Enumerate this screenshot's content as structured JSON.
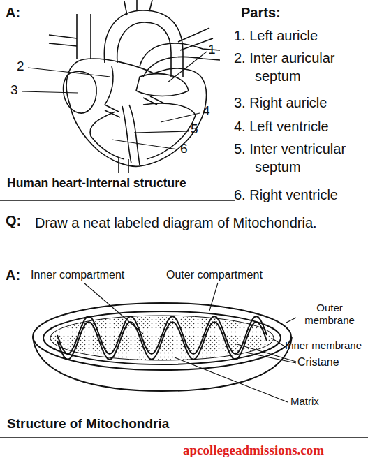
{
  "diagram": {
    "labels": [
      "A:",
      "1",
      "2",
      "3",
      "4",
      "5",
      "6",
      "Human heart-Internal structure",
      "Parts:",
      "1. Left auricle",
      "2. Inter auricular septum",
      "3. Right auricle",
      "4. Left ventricle",
      "5. Inter ventricular septum",
      "6. Right ventricle",
      "Q:",
      "Draw a neat labeled diagram of Mitochondria.",
      "A:",
      "Inner compartment",
      "Outer compartment",
      "Outer membrane",
      "Inner membrane",
      "Cristane",
      "Matrix",
      "Structure of Mitochondria",
      "apcollegeadmissions.com"
    ]
  }
}
